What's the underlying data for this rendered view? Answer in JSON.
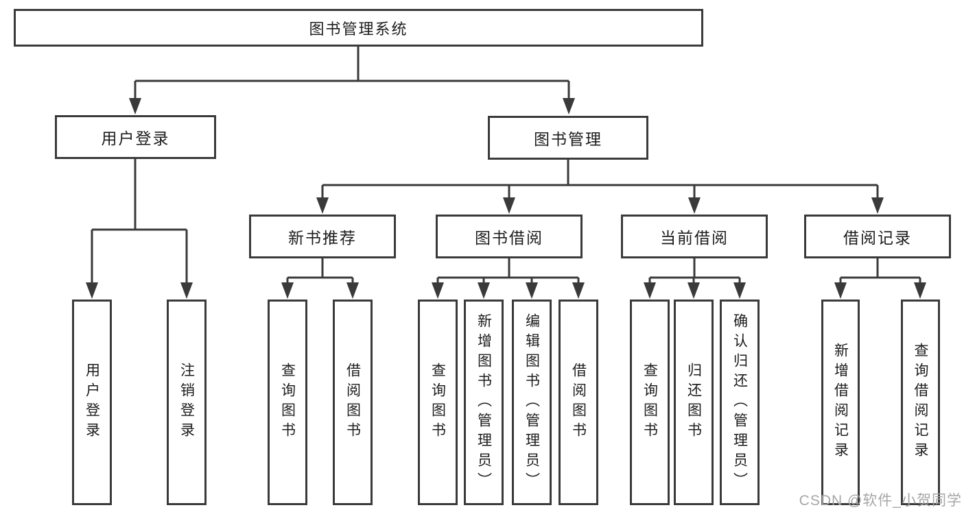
{
  "colors": {
    "background": "#ffffff",
    "line": "#3a3a3a",
    "box_border": "#3a3a3a",
    "box_fill": "#ffffff",
    "text": "#1c1c1c",
    "watermark": "#a6a6a6"
  },
  "diagram": {
    "root": {
      "label": "图书管理系统"
    },
    "level2": [
      {
        "id": "user-login",
        "label": "用户登录"
      },
      {
        "id": "book-management",
        "label": "图书管理"
      }
    ],
    "level3": [
      {
        "id": "new-book-recommend",
        "label": "新书推荐"
      },
      {
        "id": "book-borrow",
        "label": "图书借阅"
      },
      {
        "id": "current-borrow",
        "label": "当前借阅"
      },
      {
        "id": "borrow-records",
        "label": "借阅记录"
      }
    ],
    "leaves": {
      "user_login": [
        "用户登录",
        "注销登录"
      ],
      "new_book_recommend": [
        "查询图书",
        "借阅图书"
      ],
      "book_borrow": [
        "查询图书",
        "新增图书（管理员）",
        "编辑图书（管理员）",
        "借阅图书"
      ],
      "current_borrow": [
        "查询图书",
        "归还图书",
        "确认归还（管理员）"
      ],
      "borrow_records": [
        "新增借阅记录",
        "查询借阅记录"
      ]
    }
  },
  "watermark": {
    "text": "CSDN @软件_小贺同学"
  }
}
